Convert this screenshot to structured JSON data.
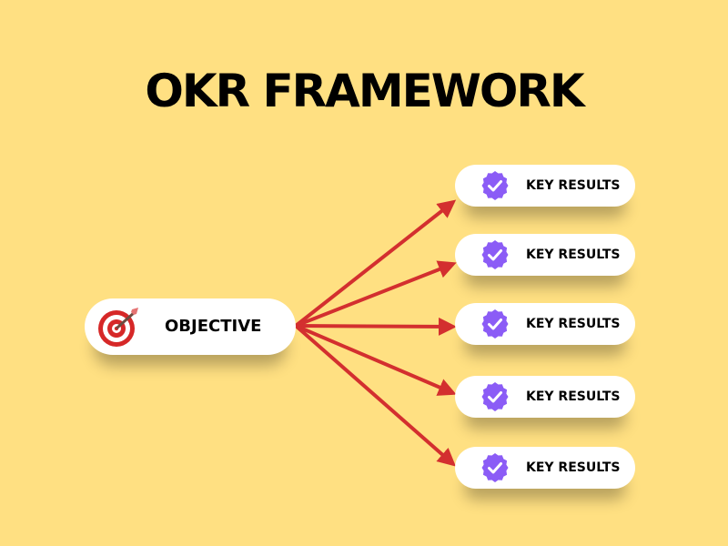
{
  "title": "OKR FRAMEWORK",
  "objective": {
    "label": "OBJECTIVE",
    "icon": "target-icon"
  },
  "key_results": [
    {
      "label": "KEY RESULTS",
      "icon": "check-badge-icon"
    },
    {
      "label": "KEY RESULTS",
      "icon": "check-badge-icon"
    },
    {
      "label": "KEY RESULTS",
      "icon": "check-badge-icon"
    },
    {
      "label": "KEY RESULTS",
      "icon": "check-badge-icon"
    },
    {
      "label": "KEY RESULTS",
      "icon": "check-badge-icon"
    }
  ],
  "colors": {
    "background": "#FFE082",
    "arrow": "#D32F2F",
    "badge": "#8B5CF6",
    "pill": "#FFFFFF",
    "target_red": "#D62828"
  }
}
